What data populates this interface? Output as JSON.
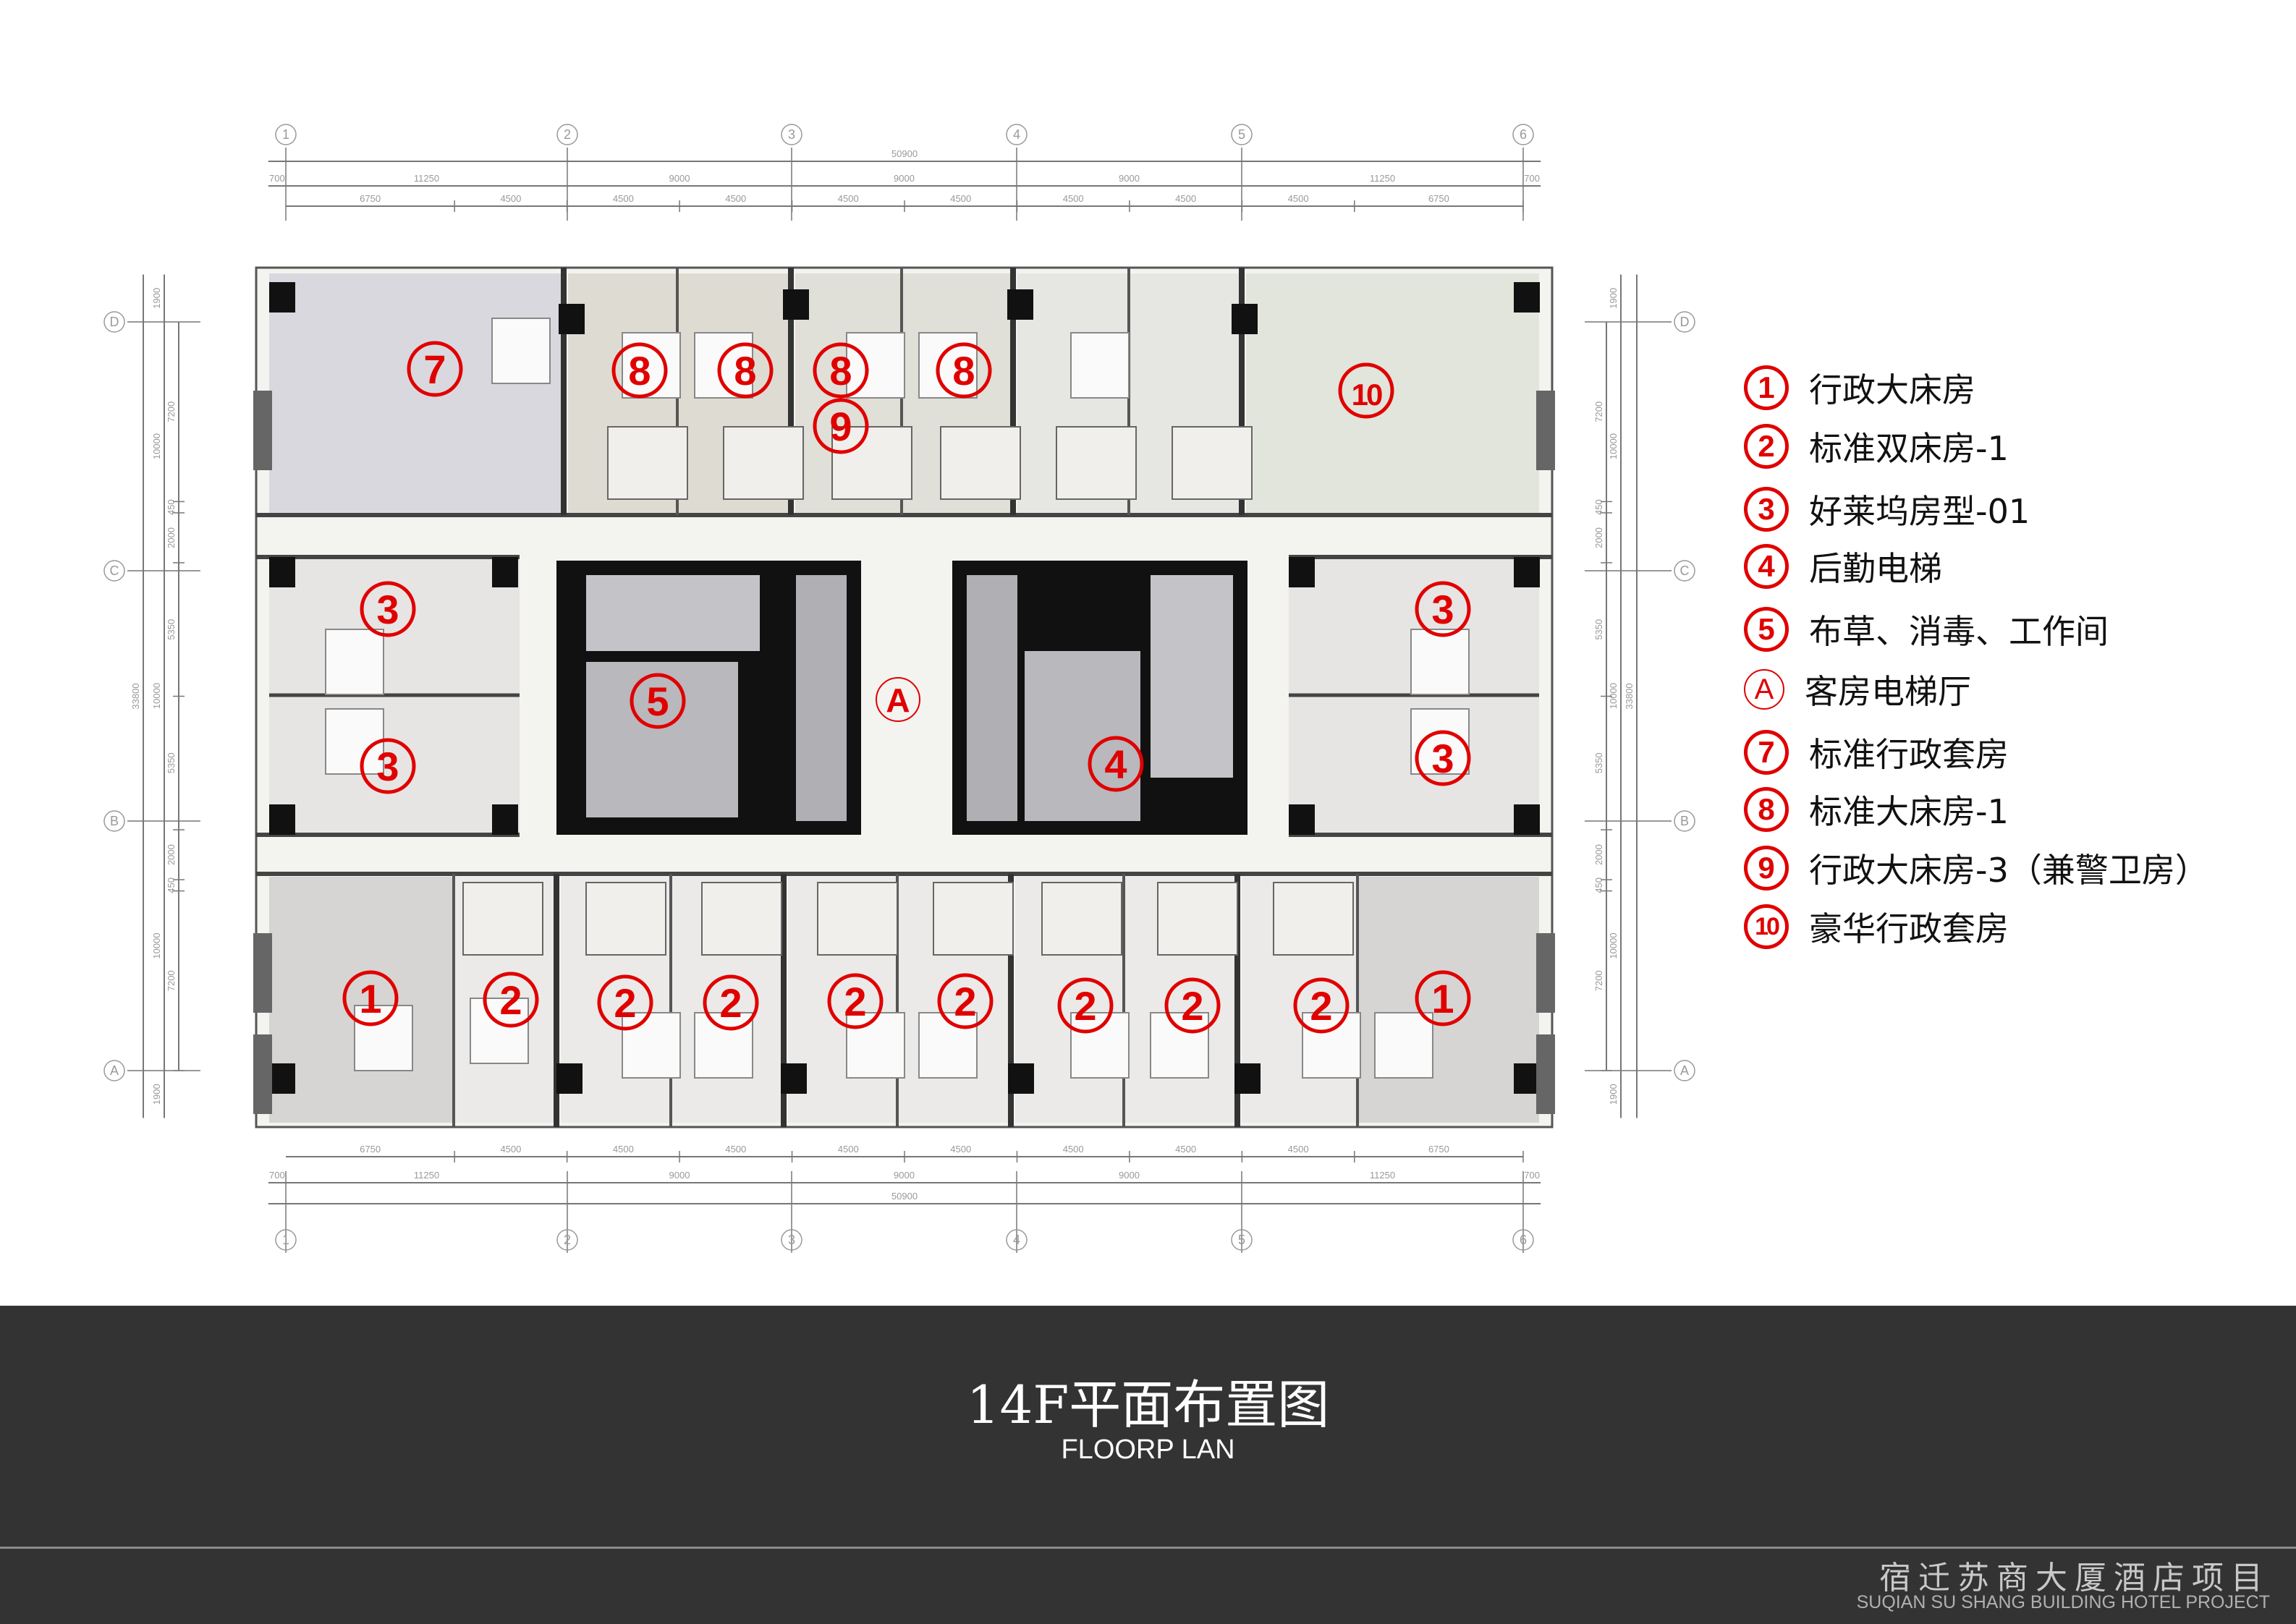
{
  "grid": {
    "columns": [
      "1",
      "2",
      "3",
      "4",
      "5",
      "6"
    ],
    "rows": [
      "D",
      "C",
      "B",
      "A"
    ]
  },
  "dimensions": {
    "horizontal_total": "50900",
    "horizontal_axes": [
      "700",
      "11250",
      "9000",
      "9000",
      "9000",
      "11250",
      "700"
    ],
    "horizontal_bays": [
      "6750",
      "4500",
      "4500",
      "4500",
      "4500",
      "4500",
      "4500",
      "4500",
      "4500",
      "6750"
    ],
    "vertical_total": "33800",
    "vertical_axes": [
      "1900",
      "10000",
      "10000",
      "10000",
      "1900"
    ],
    "vertical_bays": [
      "7200",
      "450",
      "2000",
      "5350",
      "5350",
      "2000",
      "450",
      "7200"
    ]
  },
  "markers": [
    "7",
    "8",
    "8",
    "8",
    "8",
    "9",
    "10",
    "3",
    "3",
    "3",
    "3",
    "5",
    "A",
    "4",
    "1",
    "1",
    "2",
    "2",
    "2",
    "2",
    "2",
    "2",
    "2",
    "2"
  ],
  "legend": [
    {
      "num": "1",
      "label": "行政大床房"
    },
    {
      "num": "2",
      "label": "标准双床房-1"
    },
    {
      "num": "3",
      "label": "好莱坞房型-01"
    },
    {
      "num": "4",
      "label": "后勤电梯"
    },
    {
      "num": "5",
      "label": "布草、消毒、工作间"
    },
    {
      "num": "A",
      "label": "客房电梯厅"
    },
    {
      "num": "7",
      "label": "标准行政套房"
    },
    {
      "num": "8",
      "label": "标准大床房-1"
    },
    {
      "num": "9",
      "label": "行政大床房-3（兼警卫房）"
    },
    {
      "num": "10",
      "label": "豪华行政套房"
    }
  ],
  "footer": {
    "title": "14F平面布置图",
    "subtitle": "FLOORP LAN",
    "project_cn": "宿迁苏商大厦酒店项目",
    "project_en": "SUQIAN SU SHANG BUILDING HOTEL PROJECT"
  },
  "colors": {
    "marker": "#e00000",
    "footer_bg": "#333333",
    "wall": "#111111"
  }
}
